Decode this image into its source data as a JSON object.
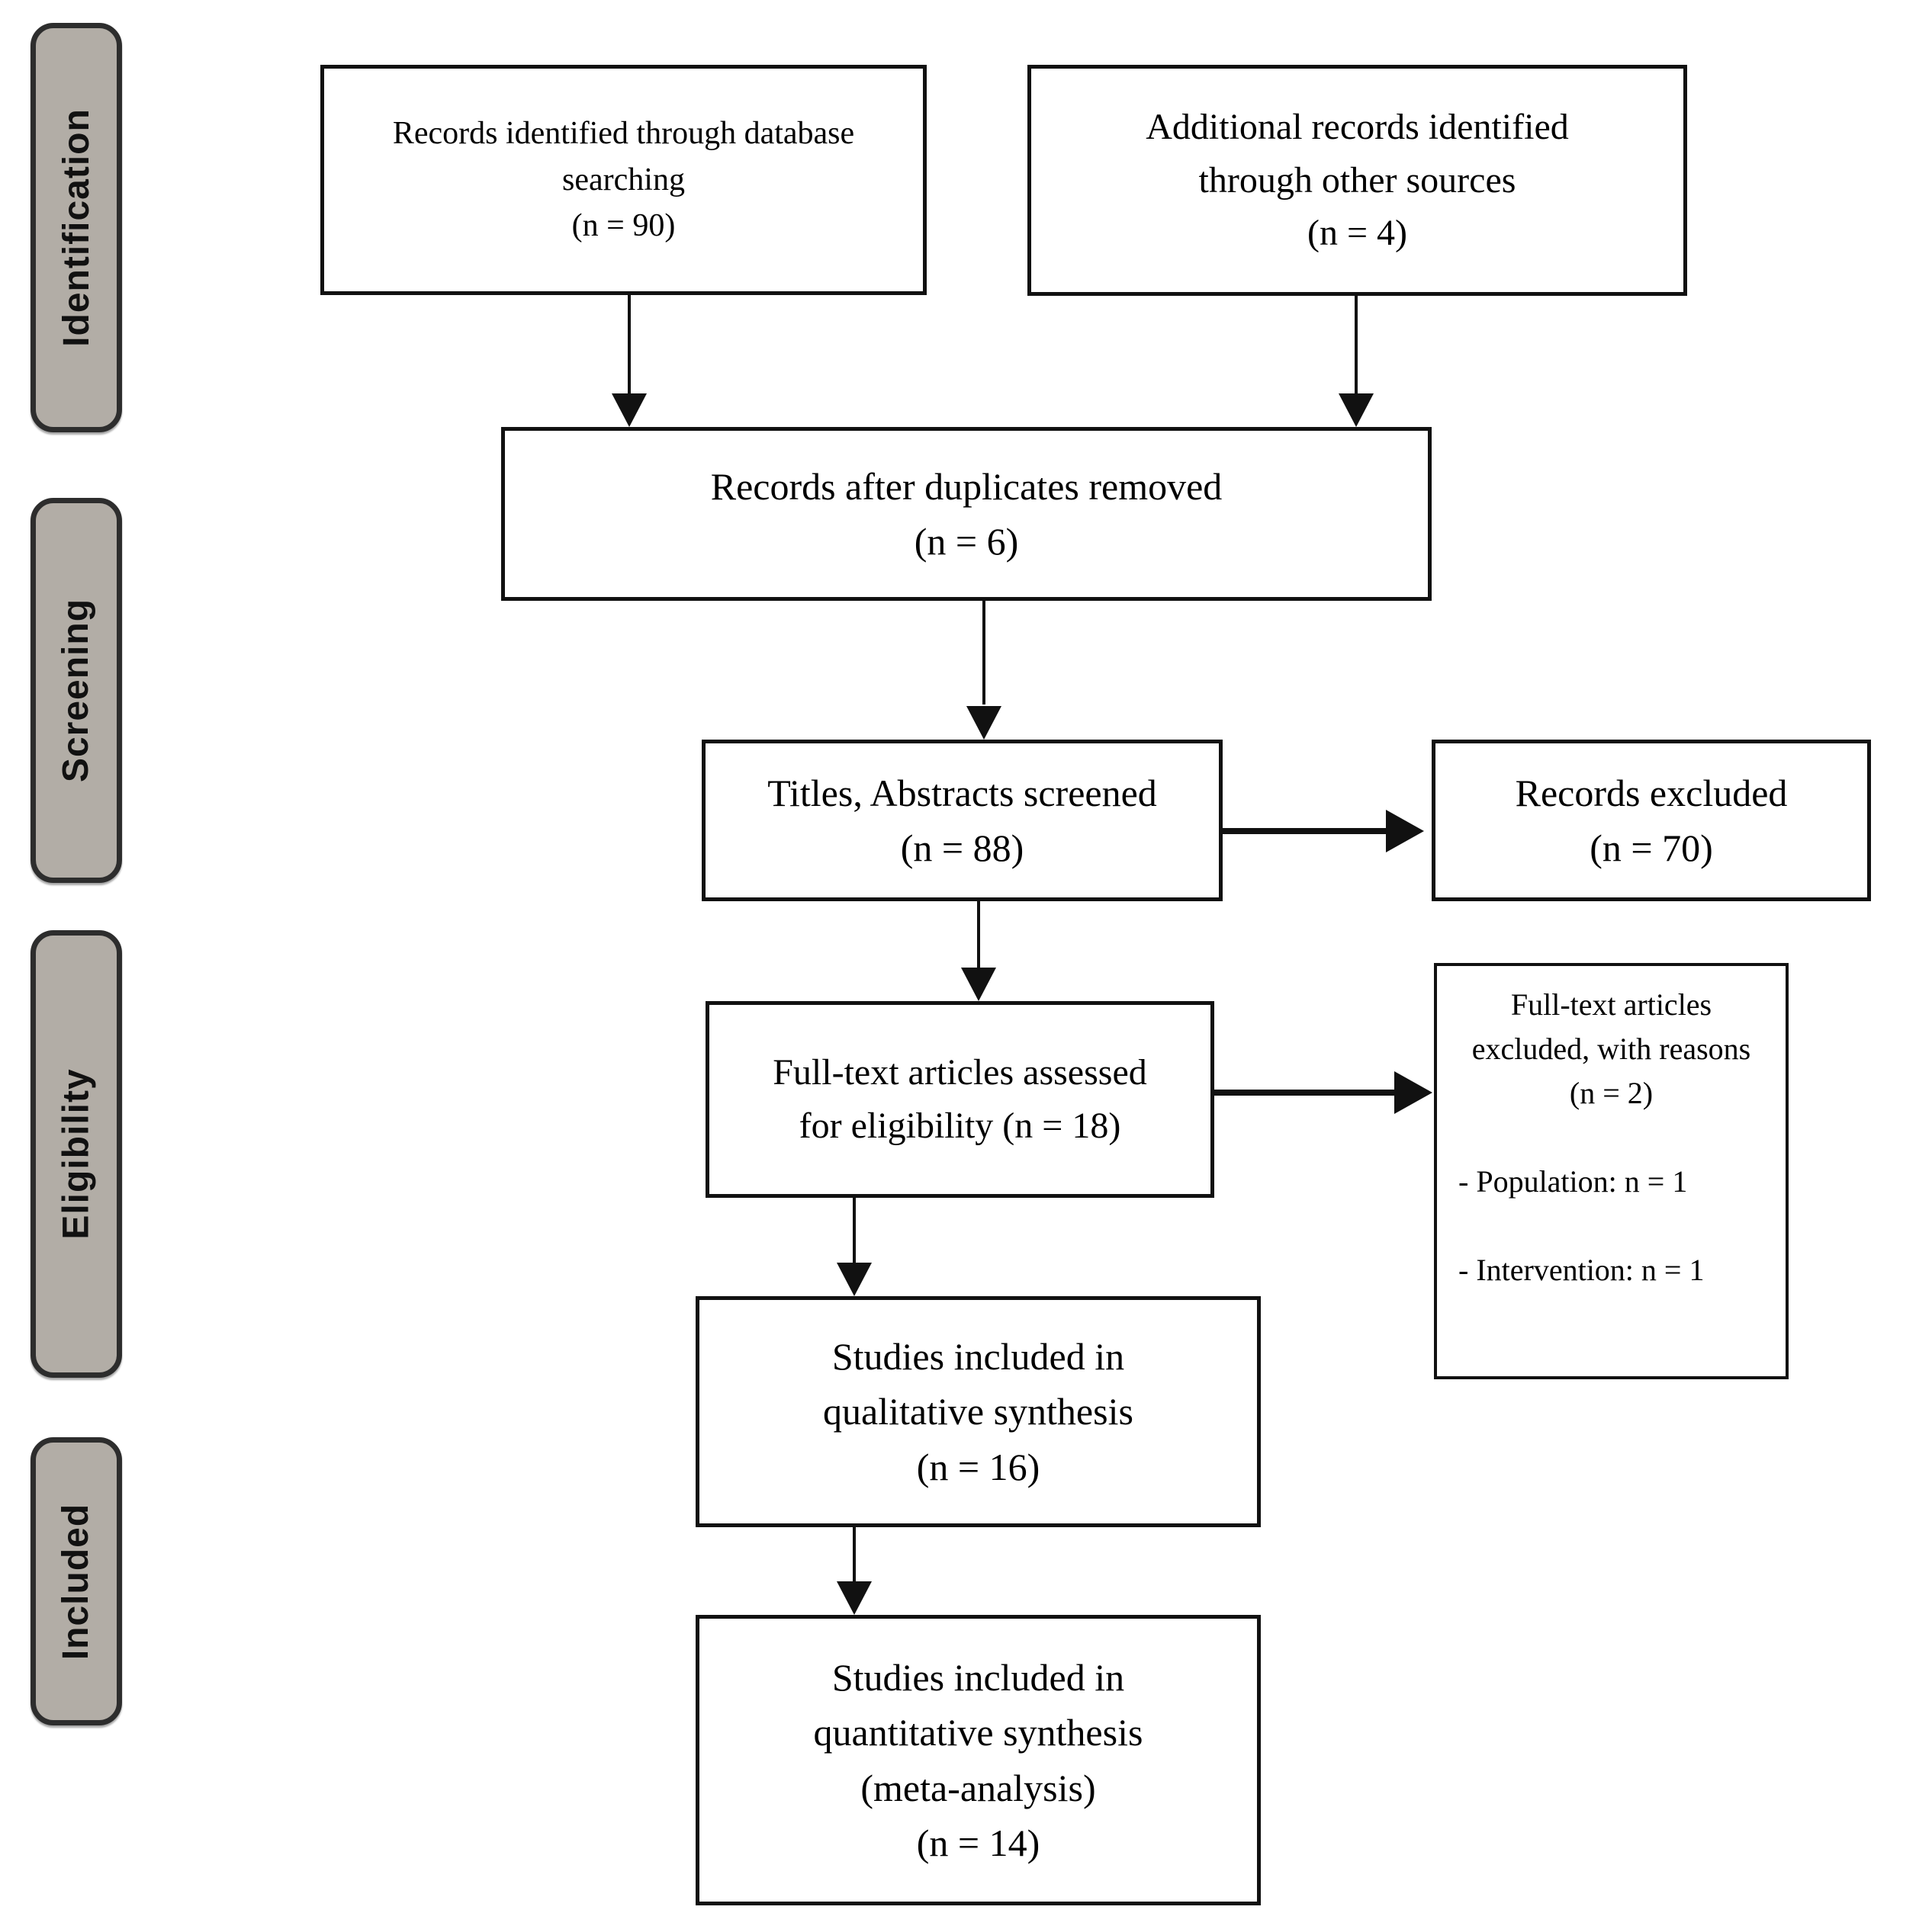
{
  "colors": {
    "stage_fill": "#b2ada6",
    "stage_border": "#2d2d2d",
    "box_border": "#111111",
    "arrow": "#111111",
    "background": "#ffffff",
    "text": "#000000"
  },
  "sidebar": {
    "stages": [
      {
        "id": "identification",
        "label": "Identification"
      },
      {
        "id": "screening",
        "label": "Screening"
      },
      {
        "id": "eligibility",
        "label": "Eligibility"
      },
      {
        "id": "included",
        "label": "Included"
      }
    ]
  },
  "flow": {
    "records_identified": {
      "lines": [
        "Records identified through database",
        "searching",
        "(n = 90)"
      ]
    },
    "additional_records": {
      "lines": [
        "Additional records identified",
        "through other sources",
        "(n = 4)"
      ]
    },
    "duplicates_removed": {
      "lines": [
        "Records after duplicates removed",
        "(n = 6)"
      ]
    },
    "titles_screened": {
      "lines": [
        "Titles, Abstracts screened",
        "(n = 88)"
      ]
    },
    "records_excluded": {
      "lines": [
        "Records excluded",
        "(n = 70)"
      ]
    },
    "fulltext_assessed": {
      "lines": [
        "Full-text articles assessed",
        "for eligibility (n = 18)"
      ]
    },
    "fulltext_excluded": {
      "lines": [
        "Full-text articles",
        "excluded, with reasons",
        "(n = 2)"
      ],
      "reasons": [
        "- Population: n = 1",
        "- Intervention: n = 1"
      ]
    },
    "qualitative": {
      "lines": [
        "Studies included in",
        "qualitative synthesis",
        "(n = 16)"
      ]
    },
    "quantitative": {
      "lines": [
        "Studies included in",
        "quantitative synthesis",
        "(meta-analysis)",
        "(n = 14)"
      ]
    }
  }
}
